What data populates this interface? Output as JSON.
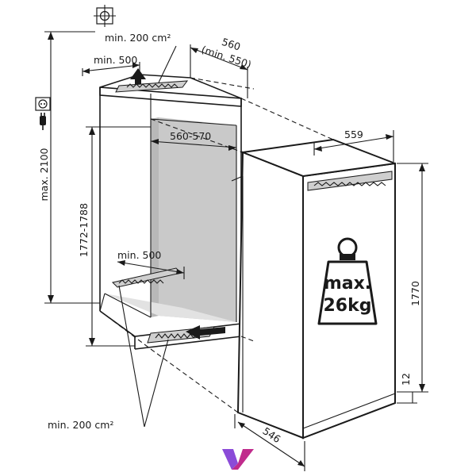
{
  "labels": {
    "vent_top": "min. 200 cm²",
    "vent_top_depth": "min. 500",
    "niche_depth": "560",
    "niche_depth_min": "(min. 550)",
    "niche_width": "560-570",
    "niche_height": "1772-1788",
    "max_height": "max. 2100",
    "vent_bottom_depth": "min. 500",
    "vent_bottom": "min. 200 cm²",
    "appliance_width": "559",
    "appliance_height": "1770",
    "appliance_depth": "546",
    "gap": "12"
  },
  "weight": {
    "line1": "max.",
    "line2": "26kg"
  },
  "icons": [
    "plumb-crosshair-icon",
    "power-socket-icon",
    "power-plug-icon",
    "weight-icon",
    "logo-v-icon"
  ],
  "colors": {
    "line": "#1a1a1a",
    "niche_interior": "#c9c9c9",
    "grille": "#cfcfcf",
    "logo_left": "#8b4bd8",
    "logo_right": "#c02b8c"
  }
}
